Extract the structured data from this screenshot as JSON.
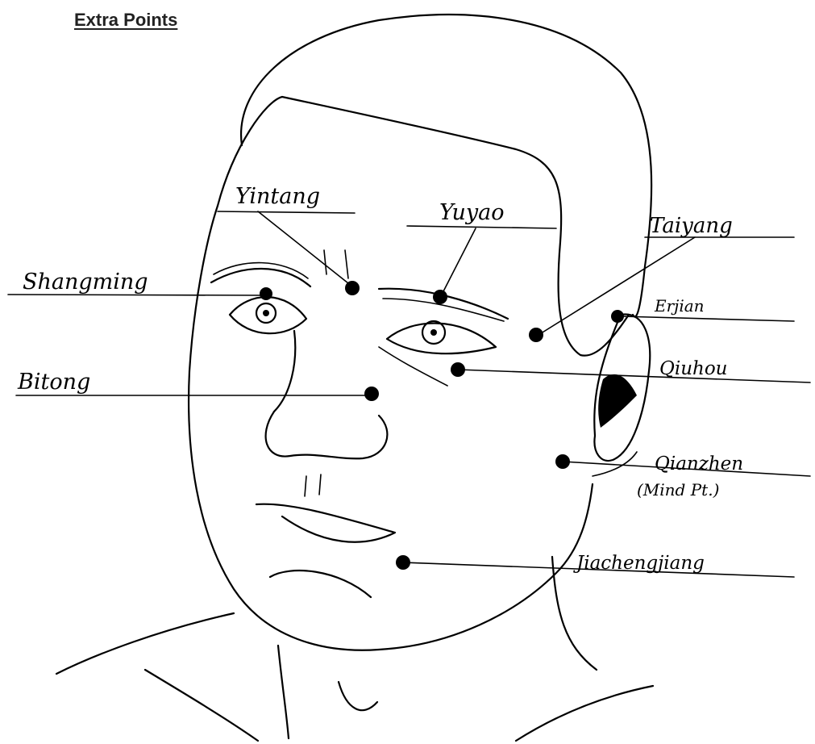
{
  "title": "Extra Points",
  "points": [
    {
      "id": "yintang",
      "name": "Yintang"
    },
    {
      "id": "yuyao",
      "name": "Yuyao"
    },
    {
      "id": "taiyang",
      "name": "Taiyang"
    },
    {
      "id": "shangming",
      "name": "Shangming"
    },
    {
      "id": "erjian",
      "name": "Erjian"
    },
    {
      "id": "qiuhou",
      "name": "Qiuhou"
    },
    {
      "id": "bitong",
      "name": "Bitong"
    },
    {
      "id": "qianzhen",
      "name": "Qianzhen",
      "note": "(Mind Pt.)"
    },
    {
      "id": "jiachengjiang",
      "name": "Jiachengjiang"
    }
  ]
}
